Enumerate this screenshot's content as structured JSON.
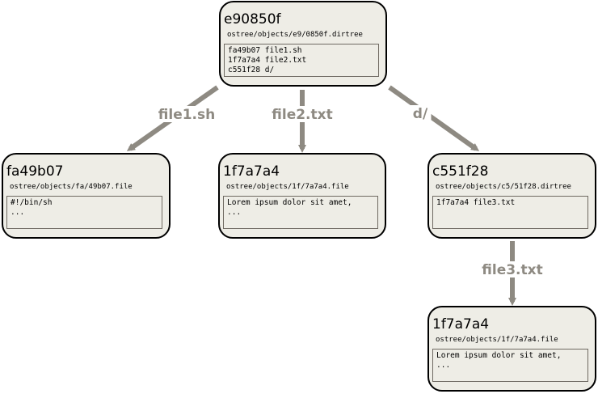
{
  "colors": {
    "node_fill": "#eeede6",
    "node_border": "#000000",
    "edge": "#8e8a82",
    "edge_label": "#8e8a82"
  },
  "nodes": [
    {
      "id": "root",
      "hash": "e90850f",
      "path": "ostree/objects/e9/0850f.dirtree",
      "content": [
        "fa49b07 file1.sh",
        "1f7a7a4 file2.txt",
        "c551f28 d/"
      ]
    },
    {
      "id": "file1",
      "hash": "fa49b07",
      "path": "ostree/objects/fa/49b07.file",
      "content": [
        "#!/bin/sh",
        "..."
      ]
    },
    {
      "id": "file2",
      "hash": "1f7a7a4",
      "path": "ostree/objects/1f/7a7a4.file",
      "content": [
        "Lorem ipsum dolor sit amet,",
        "..."
      ]
    },
    {
      "id": "dir",
      "hash": "c551f28",
      "path": "ostree/objects/c5/51f28.dirtree",
      "content": [
        "1f7a7a4 file3.txt"
      ]
    },
    {
      "id": "file3",
      "hash": "1f7a7a4",
      "path": "ostree/objects/1f/7a7a4.file",
      "content": [
        "Lorem ipsum dolor sit amet,",
        "..."
      ]
    }
  ],
  "edges": [
    {
      "from": "root",
      "to": "file1",
      "label": "file1.sh"
    },
    {
      "from": "root",
      "to": "file2",
      "label": "file2.txt"
    },
    {
      "from": "root",
      "to": "dir",
      "label": "d/"
    },
    {
      "from": "dir",
      "to": "file3",
      "label": "file3.txt"
    }
  ]
}
